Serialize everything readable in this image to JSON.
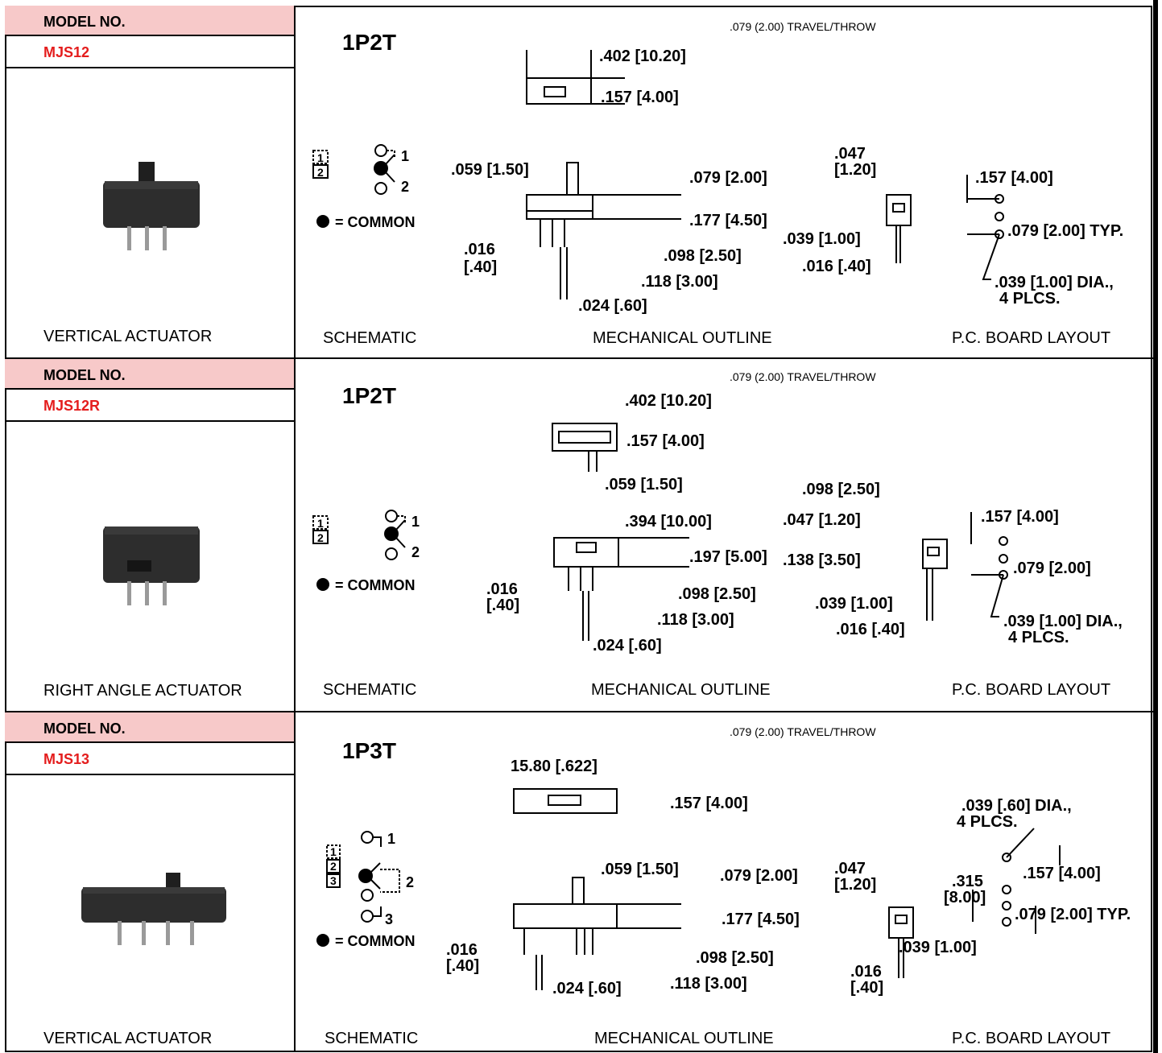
{
  "sections": [
    {
      "model_label": "MODEL NO.",
      "model_id": "MJS12",
      "actuator": "VERTICAL ACTUATOR",
      "pole": "1P2T",
      "travel": ".079 (2.00) TRAVEL/THROW",
      "captions": {
        "schematic": "SCHEMATIC",
        "mechanical": "MECHANICAL OUTLINE",
        "pcb": "P.C. BOARD LAYOUT"
      },
      "schematic": {
        "labels": [
          "1",
          "2"
        ],
        "terminals": [
          "1",
          "2"
        ],
        "common": "= COMMON"
      },
      "dims": {
        "top_width": ".402 [10.20]",
        "top_height": ".157 [4.00]",
        "act_width": ".059 [1.50]",
        "act_height": ".079 [2.00]",
        "body_height": ".177 [4.50]",
        "pin_len": ".098 [2.50]",
        "pin_total": ".118 [3.00]",
        "pin_offset_a": ".016",
        "pin_offset_b": "[.40]",
        "pin_width": ".024 [.60]",
        "side_a": ".047",
        "side_b": "[1.20]",
        "side_pin": ".039 [1.00]",
        "side_pin2": ".016 [.40]",
        "pcb_pitch": ".157 [4.00]",
        "pcb_typ": ".079 [2.00] TYP.",
        "pcb_dia_a": ".039 [1.00] DIA.,",
        "pcb_dia_b": "4 PLCS."
      }
    },
    {
      "model_label": "MODEL NO.",
      "model_id": "MJS12R",
      "actuator": "RIGHT ANGLE ACTUATOR",
      "pole": "1P2T",
      "travel": ".079 (2.00) TRAVEL/THROW",
      "captions": {
        "schematic": "SCHEMATIC",
        "mechanical": "MECHANICAL OUTLINE",
        "pcb": "P.C. BOARD LAYOUT"
      },
      "schematic": {
        "labels": [
          "1",
          "2"
        ],
        "terminals": [
          "1",
          "2"
        ],
        "common": "= COMMON"
      },
      "dims": {
        "top_width": ".402 [10.20]",
        "top_height": ".157 [4.00]",
        "top_act": ".059 [1.50]",
        "front_width": ".394 [10.00]",
        "front_height": ".197 [5.00]",
        "pin_len": ".098 [2.50]",
        "pin_total": ".118 [3.00]",
        "pin_offset_a": ".016",
        "pin_offset_b": "[.40]",
        "pin_width": ".024 [.60]",
        "side_top": ".098 [2.50]",
        "side_a": ".047 [1.20]",
        "side_b": ".138 [3.50]",
        "side_pin": ".039 [1.00]",
        "side_pin2": ".016 [.40]",
        "pcb_pitch": ".157 [4.00]",
        "pcb_typ": ".079 [2.00]",
        "pcb_dia_a": ".039 [1.00] DIA.,",
        "pcb_dia_b": "4 PLCS."
      }
    },
    {
      "model_label": "MODEL NO.",
      "model_id": "MJS13",
      "actuator": "VERTICAL ACTUATOR",
      "pole": "1P3T",
      "travel": ".079 (2.00) TRAVEL/THROW",
      "captions": {
        "schematic": "SCHEMATIC",
        "mechanical": "MECHANICAL OUTLINE",
        "pcb": "P.C. BOARD LAYOUT"
      },
      "schematic": {
        "labels": [
          "1",
          "2",
          "3"
        ],
        "terminals": [
          "1",
          "2",
          "3"
        ],
        "common": "= COMMON"
      },
      "dims": {
        "top_width": "15.80 [.622]",
        "top_height": ".157 [4.00]",
        "act_width": ".059 [1.50]",
        "act_height": ".079 [2.00]",
        "body_height": ".177 [4.50]",
        "pin_len": ".098 [2.50]",
        "pin_total": ".118 [3.00]",
        "pin_offset_a": ".016",
        "pin_offset_b": "[.40]",
        "pin_width": ".024 [.60]",
        "side_a": ".047",
        "side_b": "[1.20]",
        "side_pin": ".039 [1.00]",
        "side_pin2a": ".016",
        "side_pin2b": "[.40]",
        "pcb_dia_a": ".039 [.60] DIA.,",
        "pcb_dia_b": "4 PLCS.",
        "pcb_315a": ".315",
        "pcb_315b": "[8.00]",
        "pcb_pitch": ".157 [4.00]",
        "pcb_typ": ".079 [2.00] TYP."
      }
    }
  ]
}
